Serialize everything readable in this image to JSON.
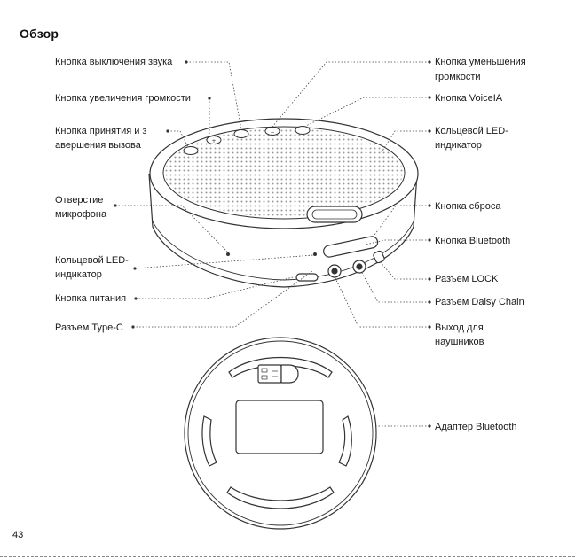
{
  "page": {
    "title": "Обзор",
    "page_number": "43"
  },
  "labels": {
    "mute_button": "Кнопка выключения звука",
    "volume_up_button": "Кнопка увеличения громкости",
    "call_button_line1": "Кнопка принятия и з",
    "call_button_line2": "авершения вызова",
    "mic_hole_line1": "Отверстие",
    "mic_hole_line2": "микрофона",
    "ring_led_left_line1": "Кольцевой LED-",
    "ring_led_left_line2": "индикатор",
    "power_button": "Кнопка питания",
    "type_c_port": "Разъем Type-C",
    "volume_down_line1": "Кнопка уменьшения",
    "volume_down_line2": "громкости",
    "voiceia_button": "Кнопка VoiceIA",
    "ring_led_right_line1": "Кольцевой LED-",
    "ring_led_right_line2": "индикатор",
    "reset_button": "Кнопка сброса",
    "bluetooth_button": "Кнопка Bluetooth",
    "lock_port": "Разъем LOCK",
    "daisy_chain_port": "Разъем Daisy Chain",
    "headphone_out_line1": "Выход для",
    "headphone_out_line2": "наушников",
    "bluetooth_adapter": "Адаптер Bluetooth"
  },
  "colors": {
    "line": "#333333",
    "device_body": "#ffffff",
    "grille_dot": "#9a9a9a"
  }
}
